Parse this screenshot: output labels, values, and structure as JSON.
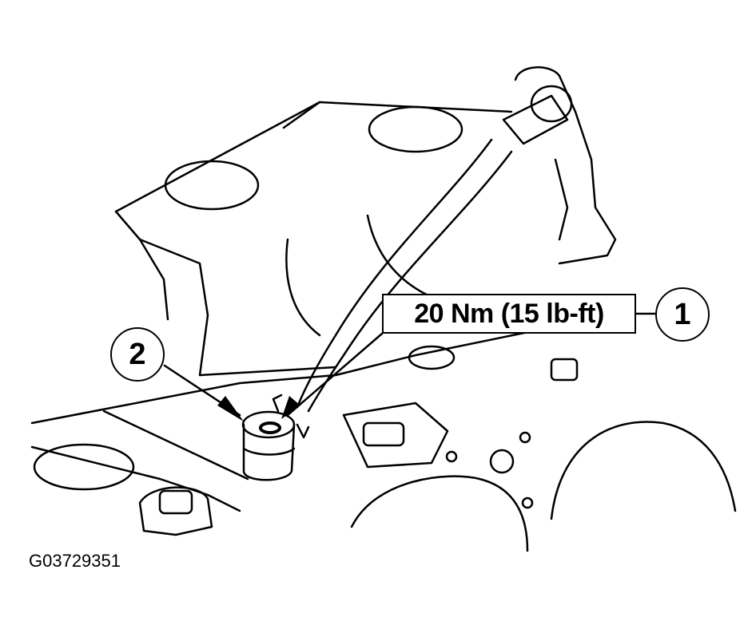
{
  "figure": {
    "id": "G03729351",
    "description": "Engine block line drawing showing knock sensor location and installation torque",
    "callouts": [
      {
        "number": "1",
        "label": "20 Nm (15 lb-ft)"
      },
      {
        "number": "2",
        "label": ""
      }
    ],
    "colors": {
      "line": "#000000",
      "background": "#ffffff"
    }
  }
}
